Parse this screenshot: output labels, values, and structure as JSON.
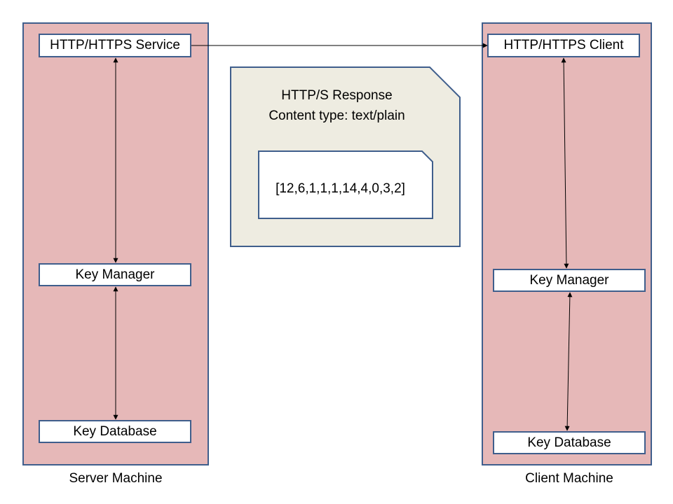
{
  "server": {
    "service_label": "HTTP/HTTPS Service",
    "key_manager_label": "Key Manager",
    "key_database_label": "Key Database",
    "caption": "Server Machine"
  },
  "client": {
    "client_label": "HTTP/HTTPS Client",
    "key_manager_label": "Key Manager",
    "key_database_label": "Key Database",
    "caption": "Client Machine"
  },
  "response": {
    "title": "HTTP/S Response",
    "content_type": "Content type: text/plain",
    "payload": "[12,6,1,1,1,14,4,0,3,2]"
  },
  "colors": {
    "machine_fill": "#e6b8b8",
    "border": "#3f5e8c",
    "document_fill": "#eeece1"
  }
}
